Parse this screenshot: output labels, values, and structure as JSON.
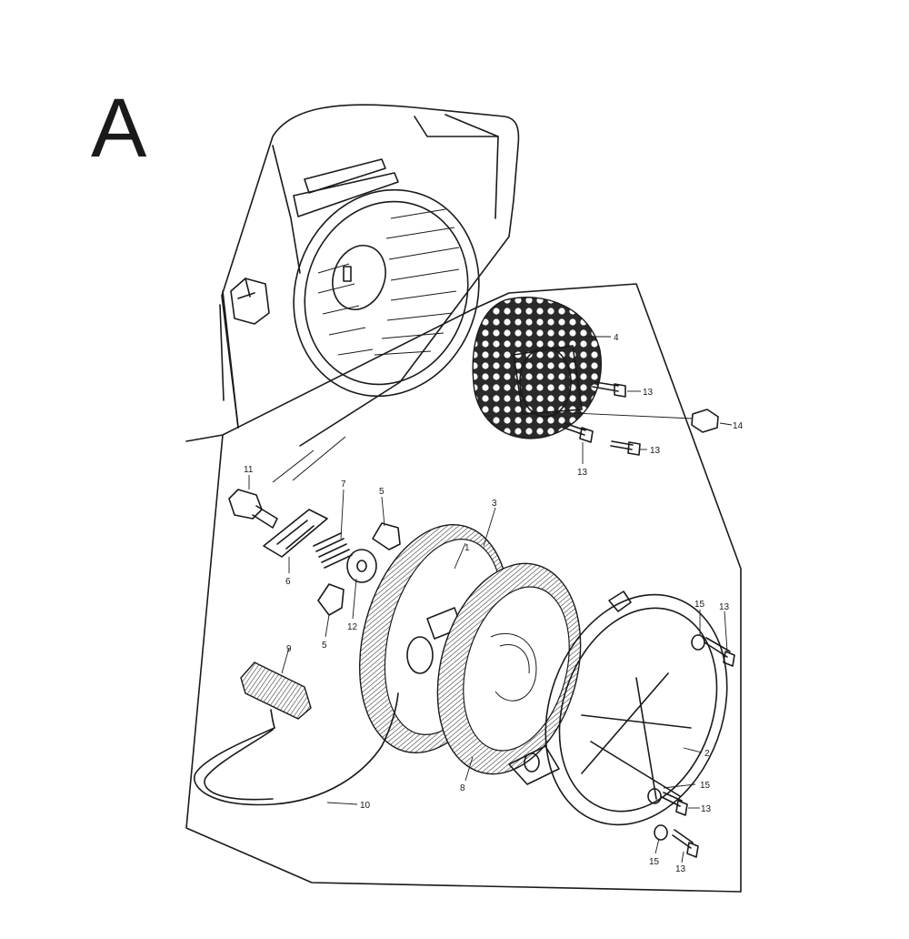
{
  "section_letter": "A",
  "callouts": [
    {
      "id": "c-4",
      "label": "4"
    },
    {
      "id": "c-13a",
      "label": "13"
    },
    {
      "id": "c-14",
      "label": "14"
    },
    {
      "id": "c-13b",
      "label": "13"
    },
    {
      "id": "c-13c",
      "label": "13"
    },
    {
      "id": "c-11",
      "label": "11"
    },
    {
      "id": "c-7",
      "label": "7"
    },
    {
      "id": "c-5a",
      "label": "5"
    },
    {
      "id": "c-3",
      "label": "3"
    },
    {
      "id": "c-6",
      "label": "6"
    },
    {
      "id": "c-12",
      "label": "12"
    },
    {
      "id": "c-5b",
      "label": "5"
    },
    {
      "id": "c-1",
      "label": "1"
    },
    {
      "id": "c-9",
      "label": "9"
    },
    {
      "id": "c-15a",
      "label": "15"
    },
    {
      "id": "c-13d",
      "label": "13"
    },
    {
      "id": "c-2",
      "label": "2"
    },
    {
      "id": "c-8",
      "label": "8"
    },
    {
      "id": "c-15b",
      "label": "15"
    },
    {
      "id": "c-13e",
      "label": "13"
    },
    {
      "id": "c-10",
      "label": "10"
    },
    {
      "id": "c-15c",
      "label": "15"
    },
    {
      "id": "c-13f",
      "label": "13"
    }
  ]
}
